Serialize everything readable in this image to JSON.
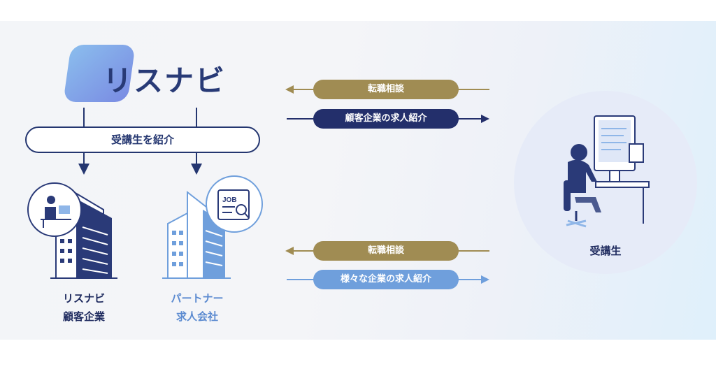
{
  "logo": {
    "text": "リスナビ"
  },
  "intro_pill": {
    "label": "受講生を紹介"
  },
  "companies": [
    {
      "line1": "リスナビ",
      "line2": "顧客企業",
      "color": "#1f2b5f"
    },
    {
      "line1": "パートナー",
      "line2": "求人会社",
      "color": "#5b8ad0"
    }
  ],
  "badge_text": "JOB",
  "flows_top": [
    {
      "label": "転職相談",
      "direction": "left",
      "color": "#a08c53"
    },
    {
      "label": "顧客企業の求人紹介",
      "direction": "right",
      "color": "#232f6b"
    }
  ],
  "flows_bottom": [
    {
      "label": "転職相談",
      "direction": "left",
      "color": "#a08c53"
    },
    {
      "label": "様々な企業の求人紹介",
      "direction": "right",
      "color": "#6f9fdc"
    }
  ],
  "student": {
    "label": "受講生"
  }
}
